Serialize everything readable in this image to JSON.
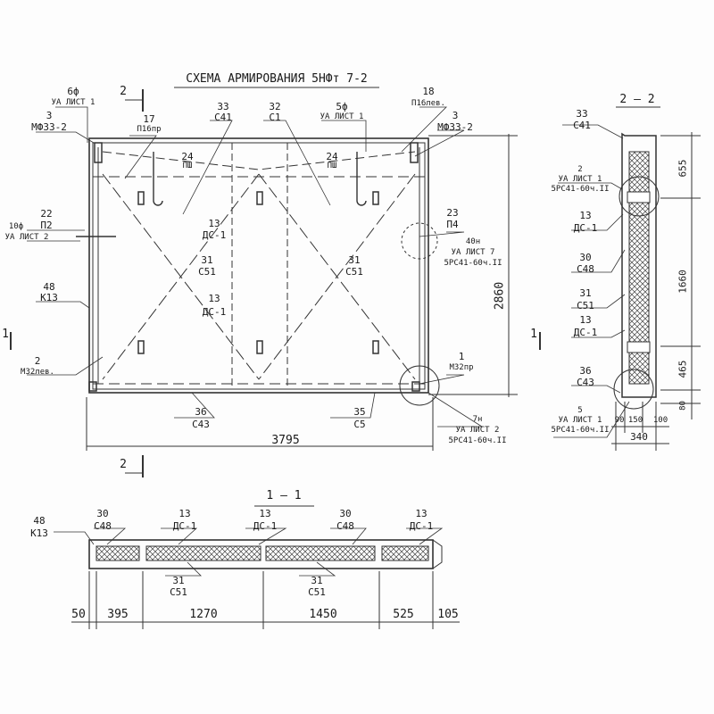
{
  "title": "СХЕМА АРМИРОВАНИЯ 5НФт 7-2",
  "section_marks": {
    "s2": "2",
    "s1": "1"
  },
  "plan": {
    "c_6f": {
      "num": "6ф",
      "code": "УА ЛИСТ 1"
    },
    "c_3l": {
      "num": "3",
      "code": "МФ33-2"
    },
    "c_17": {
      "num": "17",
      "code": "П16пр"
    },
    "c_33": {
      "num": "33",
      "code": "С41"
    },
    "c_32": {
      "num": "32",
      "code": "С1"
    },
    "c_5f": {
      "num": "5ф",
      "code": "УА ЛИСТ 1"
    },
    "c_18": {
      "num": "18",
      "code": "П16лев."
    },
    "c_3r": {
      "num": "3",
      "code": "МФ33-2"
    },
    "c_24a": {
      "num": "24",
      "code": "ПШ"
    },
    "c_24b": {
      "num": "24",
      "code": "ПШ"
    },
    "c_22": {
      "num": "22",
      "code": "П2"
    },
    "c_10f": {
      "num": "10ф",
      "code": "УА ЛИСТ 2"
    },
    "c_23": {
      "num": "23",
      "code": "П4"
    },
    "c_13a": {
      "num": "13",
      "code": "ДС-1"
    },
    "c_40n": {
      "num": "40н",
      "code": "УА ЛИСТ 7",
      "code2": "5РС41-60ч.II"
    },
    "c_31a": {
      "num": "31",
      "code": "С51"
    },
    "c_31b": {
      "num": "31",
      "code": "С51"
    },
    "c_48": {
      "num": "48",
      "code": "К13"
    },
    "c_13b": {
      "num": "13",
      "code": "ДС-1"
    },
    "c_2": {
      "num": "2",
      "code": "М32лев."
    },
    "c_1": {
      "num": "1",
      "code": "М32пр"
    },
    "c_36": {
      "num": "36",
      "code": "С43"
    },
    "c_35": {
      "num": "35",
      "code": "С5"
    },
    "c_7n": {
      "num": "7н",
      "code": "УА ЛИСТ 2",
      "code2": "5РС41-60ч.II"
    },
    "dim_w": "3795",
    "dim_h": "2860"
  },
  "section11": {
    "title": "1 – 1",
    "c_48": {
      "num": "48",
      "code": "К13"
    },
    "c_30a": {
      "num": "30",
      "code": "С48"
    },
    "c_13a": {
      "num": "13",
      "code": "ДС-1"
    },
    "c_13b": {
      "num": "13",
      "code": "ДС-1"
    },
    "c_30b": {
      "num": "30",
      "code": "С48"
    },
    "c_13c": {
      "num": "13",
      "code": "ДС-1"
    },
    "c_31a": {
      "num": "31",
      "code": "С51"
    },
    "c_31b": {
      "num": "31",
      "code": "С51"
    },
    "dims": [
      "50",
      "395",
      "1270",
      "1450",
      "525",
      "105"
    ]
  },
  "section22": {
    "title": "2 – 2",
    "c_33": {
      "num": "33",
      "code": "С41"
    },
    "c_2": {
      "num": "2",
      "code": "УА ЛИСТ 1",
      "code2": "5РС41-60ч.II"
    },
    "c_13a": {
      "num": "13",
      "code": "ДС-1"
    },
    "c_30": {
      "num": "30",
      "code": "С48"
    },
    "c_31": {
      "num": "31",
      "code": "С51"
    },
    "c_13b": {
      "num": "13",
      "code": "ДС-1"
    },
    "c_36": {
      "num": "36",
      "code": "С43"
    },
    "c_5": {
      "num": "5",
      "code": "УА ЛИСТ 1",
      "code2": "5РС41-60ч.II"
    },
    "dims_v": [
      "655",
      "1660",
      "465",
      "80"
    ],
    "dims_h": [
      "90",
      "150",
      "100"
    ],
    "dim_total": "340"
  }
}
